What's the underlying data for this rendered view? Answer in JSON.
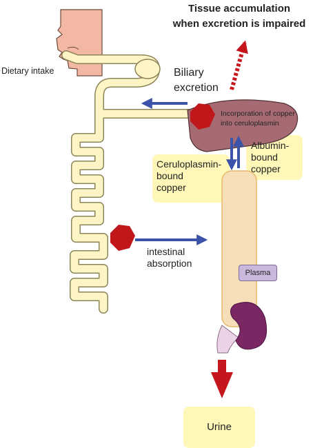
{
  "title": [
    "Tissue accumulation",
    "when excretion is impaired"
  ],
  "labels": {
    "dietary_intake": "Dietary intake",
    "biliary": [
      "Biliary",
      "excretion"
    ],
    "incorporation": [
      "Incorporation of copper",
      "into ceruloplasmin"
    ],
    "ceruloplasmin": [
      "Ceruloplasmin-",
      "bound",
      "copper"
    ],
    "albumin": [
      "Albumin-",
      "bound",
      "copper"
    ],
    "intestinal": [
      "intestinal",
      "absorption"
    ],
    "plasma": "Plasma",
    "urine": "Urine"
  },
  "colors": {
    "gut_fill": "#fdf6c4",
    "gut_outline": "#8c8458",
    "liver": "#a66b72",
    "hexagon": "#c0171b",
    "arrow_blue": "#3b53a8",
    "arrow_red": "#c4161c",
    "plasma_tube": "#f6dfb8",
    "highlight": "#fff8b8",
    "face": "#f2b8a3",
    "kidney": "#7a2763"
  }
}
